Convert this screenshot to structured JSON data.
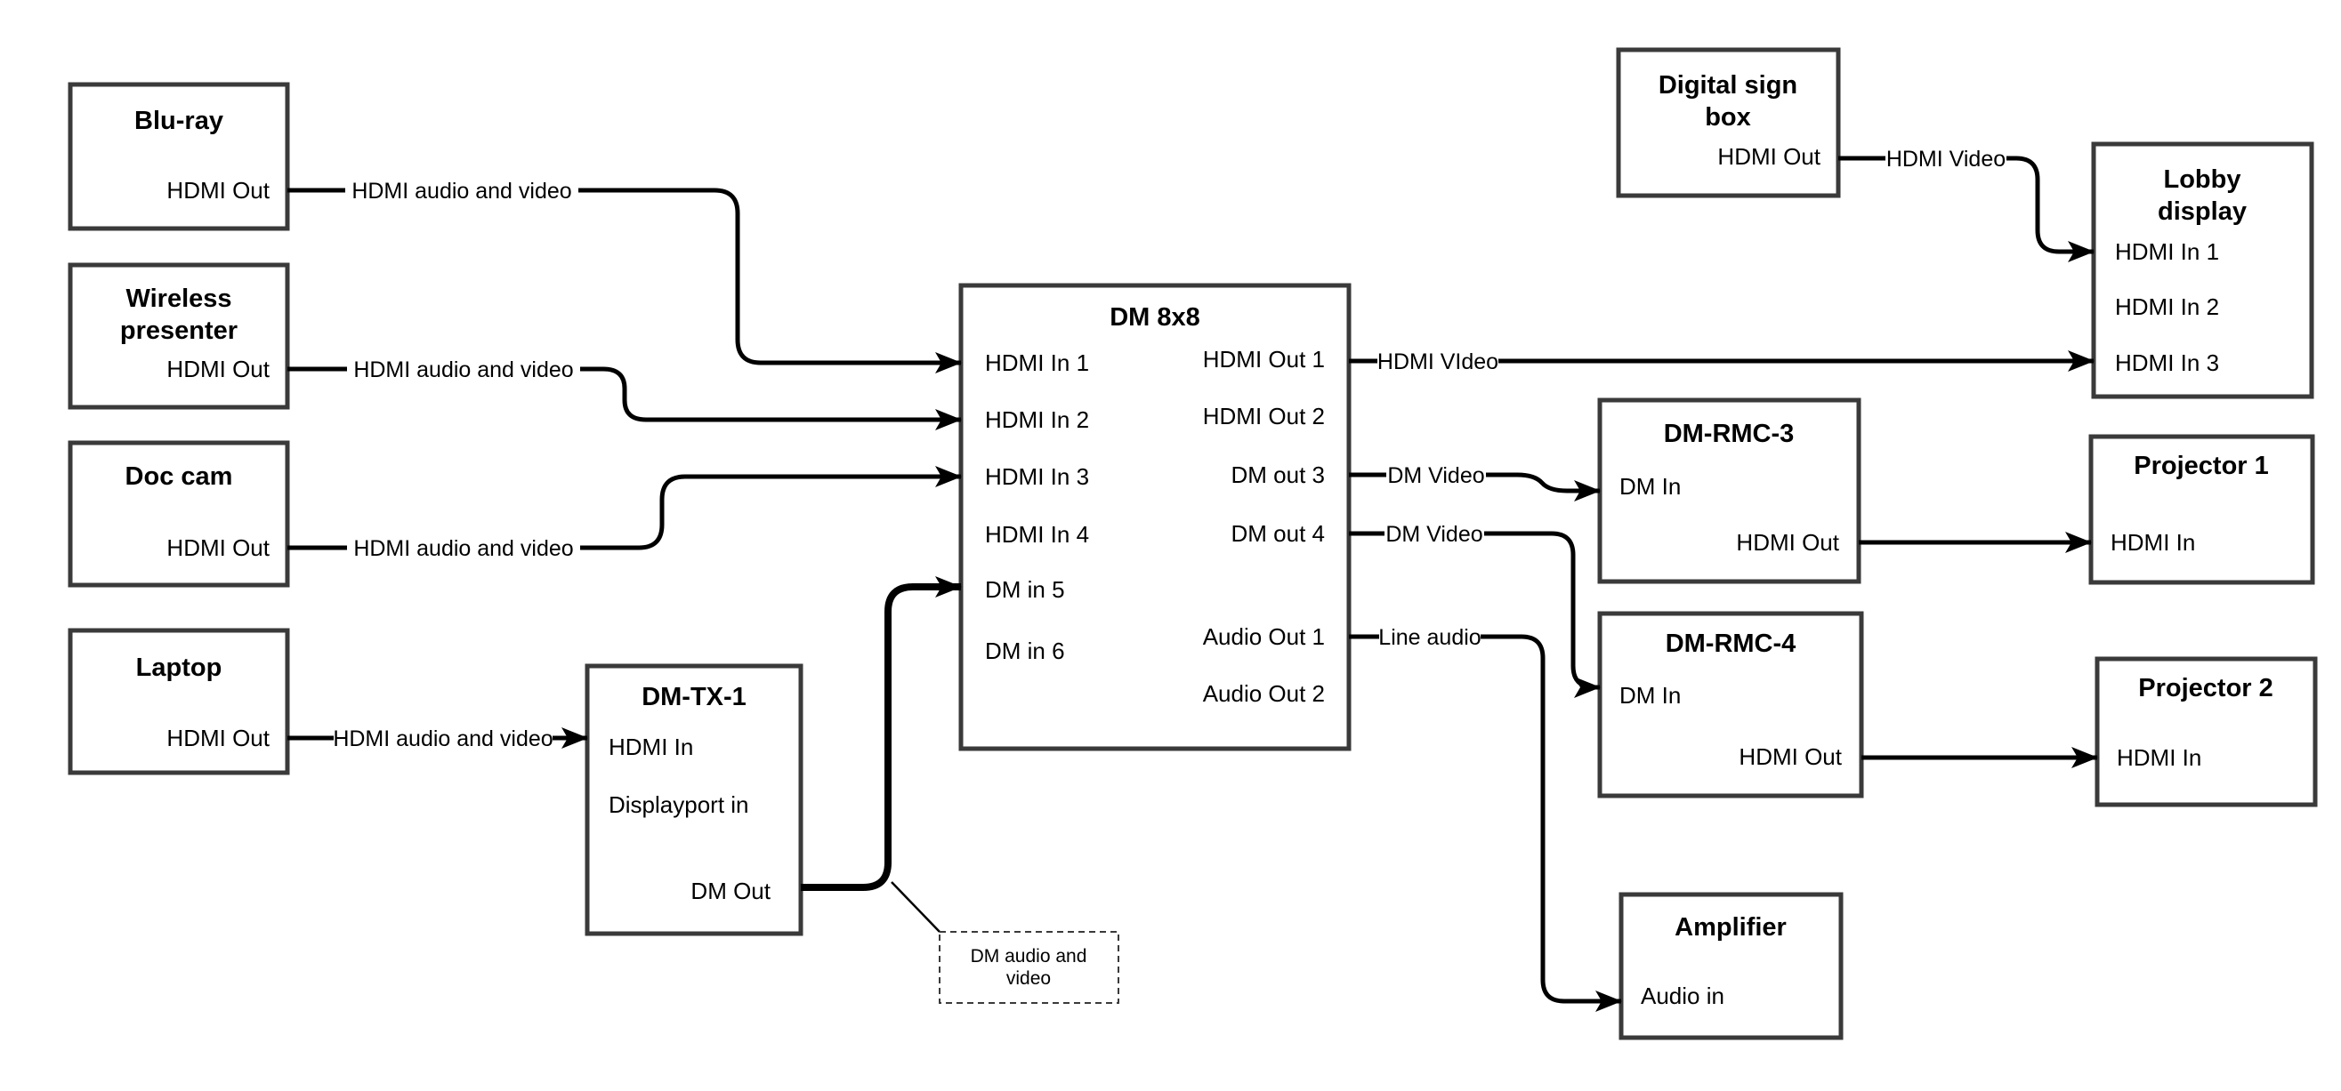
{
  "colors": {
    "background": "#ffffff",
    "wire": "#000000",
    "box_border": "#3a3a3a",
    "text": "#000000"
  },
  "nodes": {
    "bluray": {
      "title": "Blu-ray",
      "ports": {
        "hdmi_out": "HDMI Out"
      }
    },
    "wireless_presenter": {
      "title_lines": [
        "Wireless",
        "presenter"
      ],
      "ports": {
        "hdmi_out": "HDMI Out"
      }
    },
    "doc_cam": {
      "title": "Doc cam",
      "ports": {
        "hdmi_out": "HDMI Out"
      }
    },
    "laptop": {
      "title": "Laptop",
      "ports": {
        "hdmi_out": "HDMI Out"
      }
    },
    "dm_tx_1": {
      "title": "DM-TX-1",
      "ports": {
        "hdmi_in": "HDMI In",
        "displayport_in": "Displayport in",
        "dm_out": "DM Out"
      }
    },
    "dm_8x8": {
      "title": "DM 8x8",
      "ports": {
        "hdmi_in_1": "HDMI In 1",
        "hdmi_in_2": "HDMI In 2",
        "hdmi_in_3": "HDMI In 3",
        "hdmi_in_4": "HDMI In 4",
        "dm_in_5": "DM in 5",
        "dm_in_6": "DM in 6",
        "hdmi_out_1": "HDMI Out 1",
        "hdmi_out_2": "HDMI Out 2",
        "dm_out_3": "DM out 3",
        "dm_out_4": "DM out 4",
        "audio_out_1": "Audio Out 1",
        "audio_out_2": "Audio Out 2"
      }
    },
    "digital_sign_box": {
      "title_lines": [
        "Digital sign",
        "box"
      ],
      "ports": {
        "hdmi_out": "HDMI Out"
      }
    },
    "lobby_display": {
      "title_lines": [
        "Lobby",
        "display"
      ],
      "ports": {
        "hdmi_in_1": "HDMI In 1",
        "hdmi_in_2": "HDMI In 2",
        "hdmi_in_3": "HDMI In 3"
      }
    },
    "dm_rmc_3": {
      "title": "DM-RMC-3",
      "ports": {
        "dm_in": "DM In",
        "hdmi_out": "HDMI Out"
      }
    },
    "projector_1": {
      "title": "Projector 1",
      "ports": {
        "hdmi_in": "HDMI In"
      }
    },
    "dm_rmc_4": {
      "title": "DM-RMC-4",
      "ports": {
        "dm_in": "DM In",
        "hdmi_out": "HDMI Out"
      }
    },
    "projector_2": {
      "title": "Projector 2",
      "ports": {
        "hdmi_in": "HDMI In"
      }
    },
    "amplifier": {
      "title": "Amplifier",
      "ports": {
        "audio_in": "Audio in"
      }
    }
  },
  "wire_labels": {
    "bluray_to_dm8x8": "HDMI audio and video",
    "wireless_to_dm8x8": "HDMI audio and video",
    "doccam_to_dm8x8": "HDMI audio and video",
    "laptop_to_dmtx1": "HDMI audio and video",
    "dm8x8_hdmi_out1_to_lobby": "HDMI VIdeo",
    "dm8x8_dm_out3_to_dmrmc3": "DM Video",
    "dm8x8_dm_out4_to_dmrmc4": "DM Video",
    "dm8x8_audio_out1_to_amplifier": "Line audio",
    "digitalsign_to_lobby": "HDMI Video"
  },
  "note": {
    "lines": [
      "DM audio and",
      "video"
    ]
  }
}
